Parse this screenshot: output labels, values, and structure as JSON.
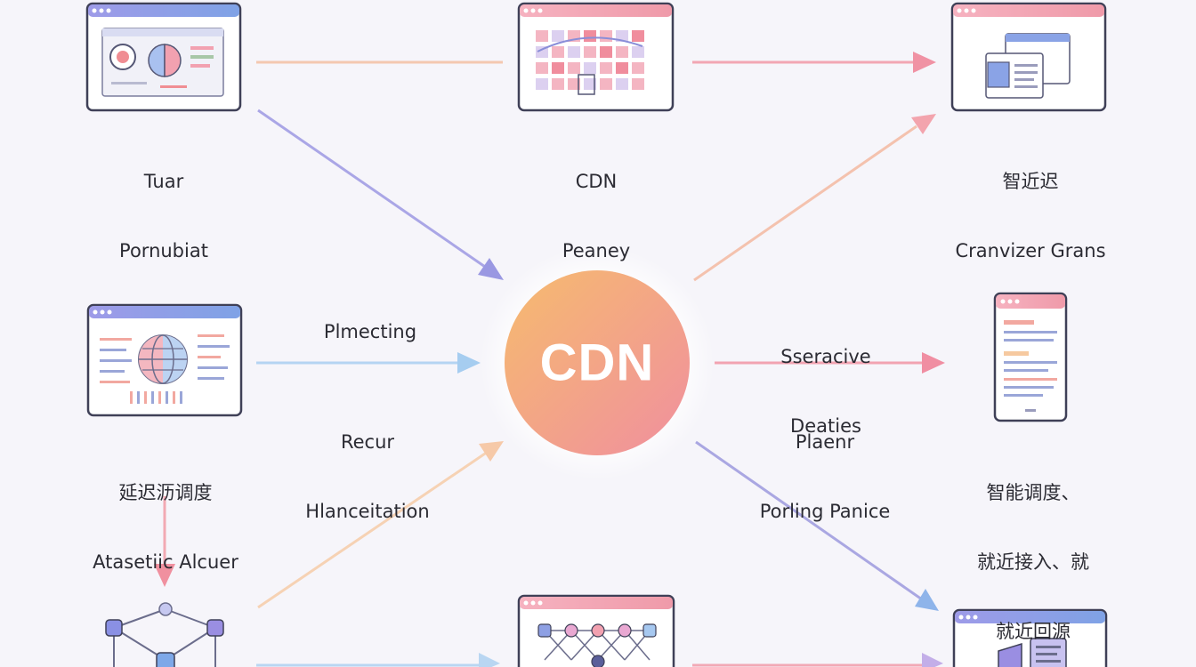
{
  "hub": {
    "label": "CDN",
    "gradient": [
      "#f5b56f",
      "#f0929a"
    ]
  },
  "colors": {
    "window_top": "#8c8fe0",
    "window_top_alt": "#f2a2b3",
    "window_stroke": "#3f4057",
    "arrow_peach": "#f4c2a6",
    "arrow_pink": "#f08da3",
    "arrow_lavender": "#a8a5e6",
    "arrow_blue": "#a9cdf0"
  },
  "nodes": {
    "top_left": {
      "icon": "pie-chart-window-icon",
      "lines": [
        "Tuar",
        "Pornubiat"
      ]
    },
    "top_center": {
      "icon": "grid-window-icon",
      "lines": [
        "CDN",
        "Peaney"
      ]
    },
    "top_right": {
      "icon": "windows-stack-icon",
      "lines": [
        "智近迟",
        "Cranvizer Grans"
      ]
    },
    "mid_left": {
      "icon": "globe-window-icon",
      "lines": [
        "延迟沥调度",
        "Atasetiic Alcuer"
      ]
    },
    "mid_right": {
      "icon": "mobile-document-icon",
      "lines": [
        "智能调度、",
        "就近接入、就",
        "就近回源"
      ]
    },
    "bottom_left": {
      "icon": "network-nodes-icon"
    },
    "bottom_center": {
      "icon": "network-window-icon"
    },
    "bottom_right": {
      "icon": "document-window-icon"
    }
  },
  "edge_labels": {
    "left_top": "Plmecting",
    "left_bottom": [
      "Recur",
      "Hlanceitation"
    ],
    "right_top": [
      "Sseracive",
      "Deaties"
    ],
    "right_bottom": [
      "Plaenr",
      "Porling Panice"
    ]
  }
}
